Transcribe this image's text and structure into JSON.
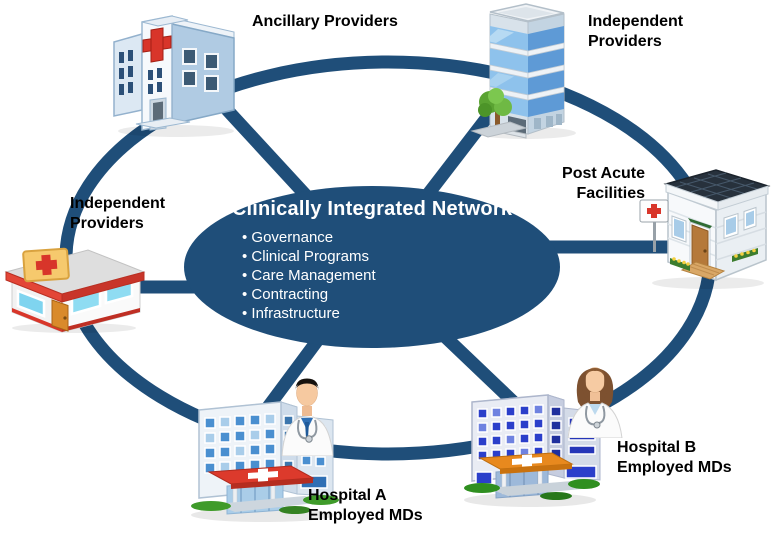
{
  "diagram": {
    "center": {
      "title": "Clinically Integrated Network",
      "bullets": [
        "Governance",
        "Clinical Programs",
        "Care Management",
        "Contracting",
        "Infrastructure"
      ]
    },
    "nodes": {
      "ancillary": {
        "label1": "Ancillary Providers",
        "label2": ""
      },
      "independent_top": {
        "label1": "Independent",
        "label2": "Providers"
      },
      "post_acute": {
        "label1": "Post Acute",
        "label2": "Facilities"
      },
      "independent_left": {
        "label1": "Independent",
        "label2": "Providers"
      },
      "hospital_a": {
        "label1": "Hospital A",
        "label2": "Employed MDs"
      },
      "hospital_b": {
        "label1": "Hospital B",
        "label2": "Employed MDs"
      }
    },
    "colors": {
      "ring": "#1f4e79",
      "center_fill": "#1f4e79",
      "center_text": "#ffffff",
      "label_text": "#000000",
      "background": "#ffffff",
      "red_accent": "#d8352a",
      "orange_accent": "#e8891e"
    }
  }
}
